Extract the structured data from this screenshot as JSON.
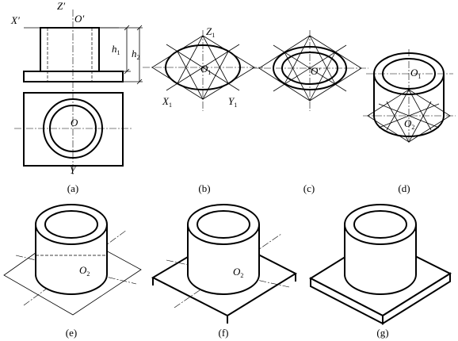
{
  "labels": {
    "x_prime": "X′",
    "z_prime": "Z′",
    "o_prime": "O′",
    "h1": "h",
    "h1_sub": "1",
    "h2": "h",
    "h2_sub": "2",
    "o": "O",
    "y": "Y",
    "z1": "Z",
    "z1_sub": "1",
    "o1": "O",
    "o1_sub": "1",
    "x1": "X",
    "x1_sub": "1",
    "y1": "Y",
    "y1_sub": "1",
    "o2": "O",
    "o2_sub": "2"
  },
  "captions": {
    "a": "(a)",
    "b": "(b)",
    "c": "(c)",
    "d": "(d)",
    "e": "(e)",
    "f": "(f)",
    "g": "(g)"
  }
}
